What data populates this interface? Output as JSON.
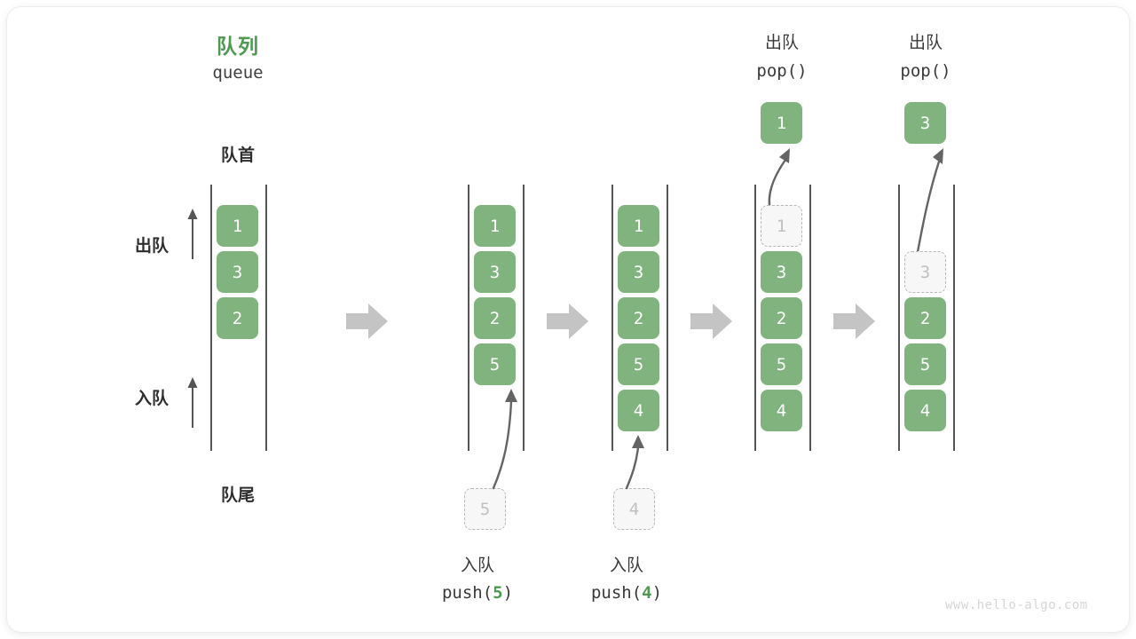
{
  "diagram": {
    "title_cn": "队列",
    "title_en": "queue",
    "front_label": "队首",
    "rear_label": "队尾",
    "dequeue_label": "出队",
    "enqueue_label": "入队",
    "watermark": "www.hello-algo.com",
    "accent_color": "#4E9A51",
    "cell_color": "#81B37F",
    "ghost_color": "#f7f7f7",
    "arrow_color": "#C4C4C4"
  },
  "stages": [
    {
      "id": "stage-initial",
      "cells": [
        "1",
        "3",
        "2"
      ],
      "ghost_index": null,
      "op_cn": "",
      "op_code": "",
      "push_value": "",
      "pop_value": ""
    },
    {
      "id": "stage-push-5",
      "cells": [
        "1",
        "3",
        "2",
        "5"
      ],
      "ghost_index": null,
      "op_cn": "入队",
      "op_code_prefix": "push(",
      "op_code_num": "5",
      "op_code_suffix": ")",
      "push_value": "5"
    },
    {
      "id": "stage-push-4",
      "cells": [
        "1",
        "3",
        "2",
        "5",
        "4"
      ],
      "ghost_index": null,
      "op_cn": "入队",
      "op_code_prefix": "push(",
      "op_code_num": "4",
      "op_code_suffix": ")",
      "push_value": "4"
    },
    {
      "id": "stage-pop-1",
      "cells": [
        "1",
        "3",
        "2",
        "5",
        "4"
      ],
      "ghost_index": 0,
      "op_cn": "出队",
      "op_code": "pop()",
      "pop_value": "1"
    },
    {
      "id": "stage-pop-3",
      "cells": [
        "3",
        "2",
        "5",
        "4"
      ],
      "ghost_index": 0,
      "op_cn": "出队",
      "op_code": "pop()",
      "pop_value": "3"
    }
  ]
}
